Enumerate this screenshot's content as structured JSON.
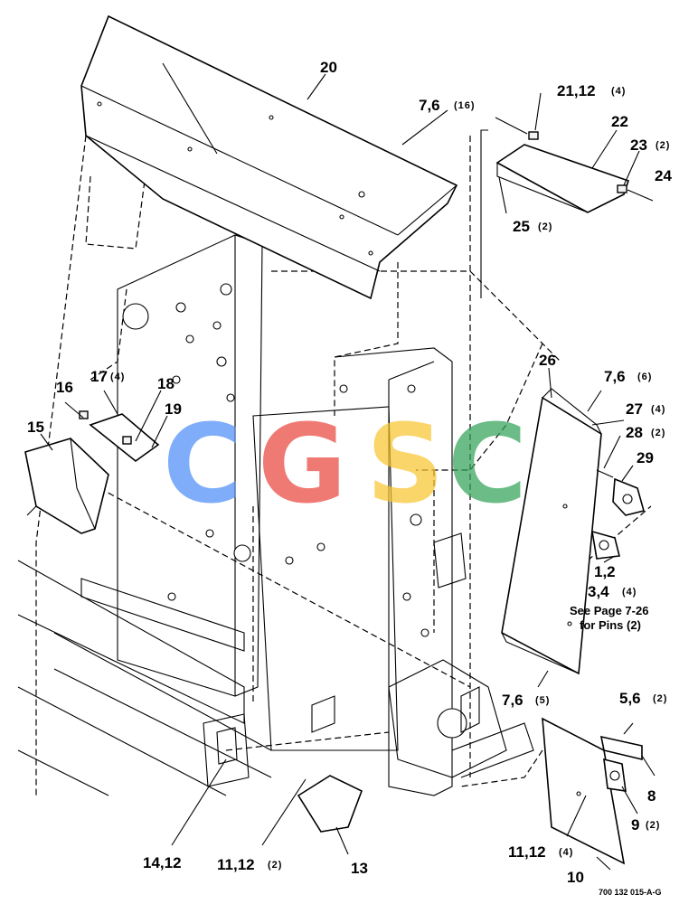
{
  "callouts": {
    "c20": "20",
    "c7_6_top": "7,6",
    "c7_6_top_qty": "(16)",
    "c21_12": "21,12",
    "c21_12_qty": "(4)",
    "c22": "22",
    "c23": "23",
    "c23_qty": "(2)",
    "c24": "24",
    "c25": "25",
    "c25_qty": "(2)",
    "c26": "26",
    "c7_6_mid": "7,6",
    "c7_6_mid_qty": "(6)",
    "c27": "27",
    "c27_qty": "(4)",
    "c28": "28",
    "c28_qty": "(2)",
    "c29": "29",
    "c16": "16",
    "c17": "17",
    "c17_qty": "(4)",
    "c18": "18",
    "c19": "19",
    "c15": "15",
    "c1_2": "1,2",
    "c3_4": "3,4",
    "c3_4_qty": "(4)",
    "c7_6_low": "7,6",
    "c7_6_low_qty": "(5)",
    "c5_6": "5,6",
    "c5_6_qty": "(2)",
    "c8": "8",
    "c9": "9",
    "c9_qty": "(2)",
    "c14_12": "14,12",
    "c11_12_a": "11,12",
    "c11_12_a_qty": "(2)",
    "c13": "13",
    "c11_12_b": "11,12",
    "c11_12_b_qty": "(4)",
    "c10": "10"
  },
  "notes": {
    "see_page_line1": "See Page 7-26",
    "see_page_line2": "for Pins (2)"
  },
  "footer": {
    "drawing_number": "700 132 015-A-G"
  },
  "watermark": {
    "letters": [
      "C",
      "G",
      "S",
      "C"
    ],
    "colors": [
      "#4f8ef7",
      "#e9473f",
      "#f7c531",
      "#34a35a"
    ]
  }
}
